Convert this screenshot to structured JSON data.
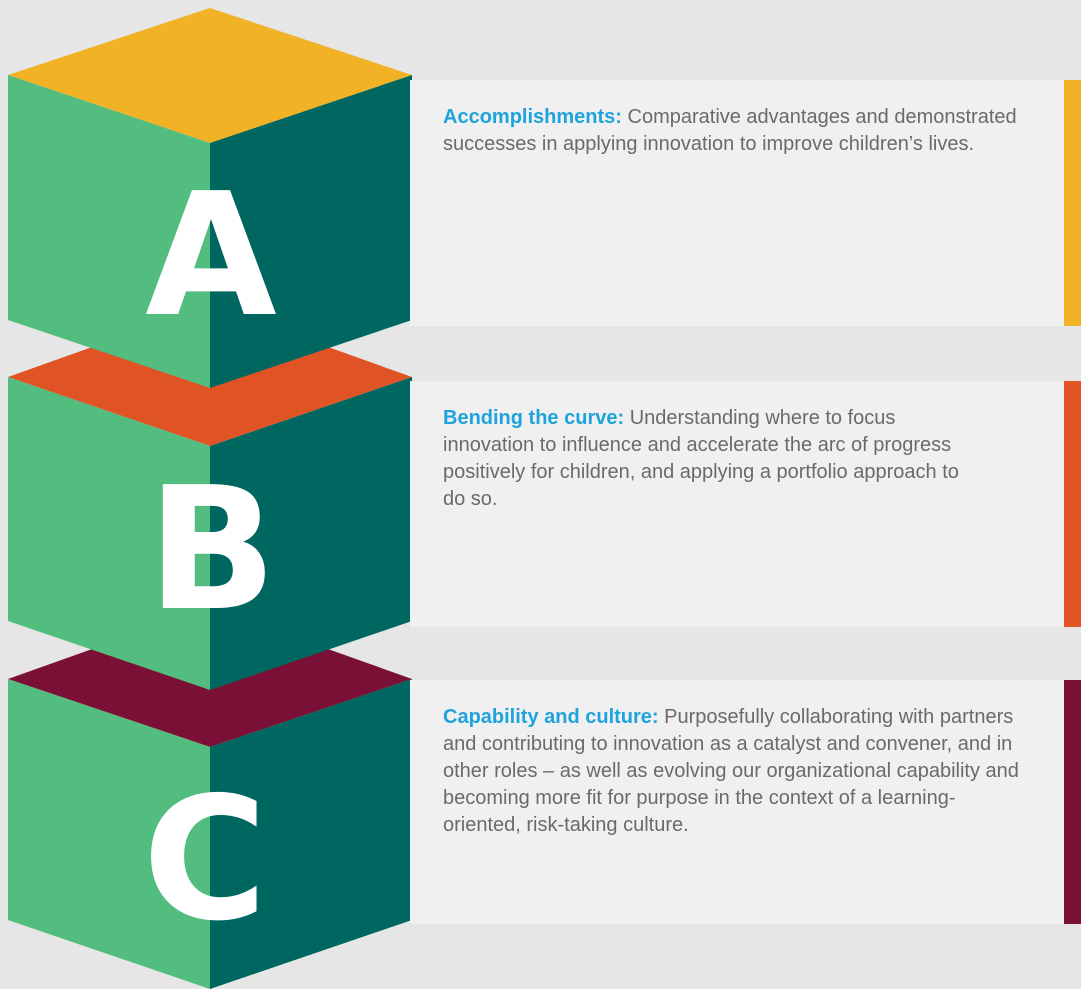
{
  "colors": {
    "background": "#e6e6e6",
    "panel": "#f0f0f0",
    "cube_left_face": "#52bd7f",
    "cube_right_face": "#006660",
    "lead_text": "#1ea3dc",
    "body_text": "#6a6a6a"
  },
  "items": [
    {
      "letter": "A",
      "color": "#f2b226",
      "heading": "Accomplishments:",
      "body": "Comparative advantages and demonstrated successes in applying innovation to improve children’s lives."
    },
    {
      "letter": "B",
      "color": "#e05324",
      "heading": "Bending the curve:",
      "body": "Understanding where to focus innovation to influence and accelerate the arc of progress positively for children, and applying a portfolio approach to do so."
    },
    {
      "letter": "C",
      "color": "#7a1035",
      "heading": "Capability and culture:",
      "body": "Purposefully collaborating with partners and contributing to innovation as a catalyst and convener, and in other roles – as well as evolving our organizational capability and becoming more fit for purpose in the context of a learning-oriented, risk-taking culture."
    }
  ]
}
